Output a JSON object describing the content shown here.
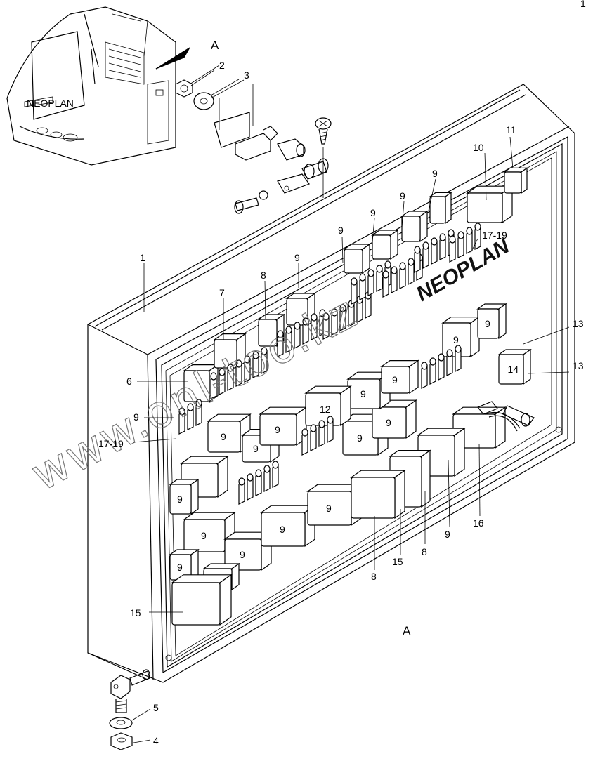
{
  "view_label": "A",
  "view_label_bottom": "A",
  "brand_logo": "NEOPLAN",
  "watermark": "www.onl-too.kz",
  "corner_mark": "1",
  "callouts": [
    {
      "id": "c1",
      "text": "1"
    },
    {
      "id": "c2",
      "text": "2"
    },
    {
      "id": "c3",
      "text": "3"
    },
    {
      "id": "c4",
      "text": "4"
    },
    {
      "id": "c5",
      "text": "5"
    },
    {
      "id": "c6",
      "text": "6"
    },
    {
      "id": "c7",
      "text": "7"
    },
    {
      "id": "c8a",
      "text": "8"
    },
    {
      "id": "c8b",
      "text": "8"
    },
    {
      "id": "c8c",
      "text": "8"
    },
    {
      "id": "c9a",
      "text": "9"
    },
    {
      "id": "c9b",
      "text": "9"
    },
    {
      "id": "c9c",
      "text": "9"
    },
    {
      "id": "c9d",
      "text": "9"
    },
    {
      "id": "c9e",
      "text": "9"
    },
    {
      "id": "c9f",
      "text": "9"
    },
    {
      "id": "c9g",
      "text": "9"
    },
    {
      "id": "c10",
      "text": "10"
    },
    {
      "id": "c11",
      "text": "11"
    },
    {
      "id": "c13a",
      "text": "13"
    },
    {
      "id": "c13b",
      "text": "13"
    },
    {
      "id": "c15a",
      "text": "15"
    },
    {
      "id": "c15b",
      "text": "15"
    },
    {
      "id": "c16",
      "text": "16"
    },
    {
      "id": "c1719a",
      "text": "17-19"
    },
    {
      "id": "c1719b",
      "text": "17-19"
    }
  ],
  "inline_labels": {
    "relay_9": "9",
    "relay_12": "12",
    "relay_14": "14"
  }
}
